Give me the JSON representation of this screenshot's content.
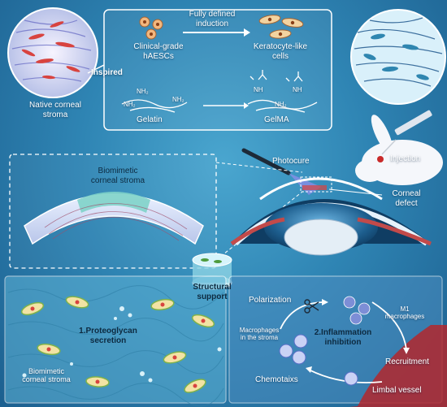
{
  "top": {
    "native_stroma": "Native corneal\nstroma",
    "inspired": "Inspired",
    "hAESCs": "Clinical-grade\nhAESCs",
    "induction": "Fully defined\ninduction",
    "keratocyte": "Keratocyte-like\ncells",
    "gelatin": "Gelatin",
    "gelma": "GelMA",
    "nh2_a": "NH₂",
    "nh2_b": "NH₂",
    "nh2_c": "NH₂",
    "nh_a": "NH",
    "nh_b": "NH",
    "nh2_d": "NH₂"
  },
  "middle": {
    "biomimetic": "Biomimetic\ncorneal stroma",
    "photocure": "Photocure",
    "injection": "Injection",
    "defect": "Corneal\ndefect",
    "structural": "Structural\nsupport"
  },
  "bottom": {
    "proteoglycan": "1.Proteoglycan\nsecretion",
    "biomimetic_stroma": "Biomimetic\ncorneal stroma",
    "polarization": "Polarization",
    "m1": "M1\nmacrophages",
    "macrophages_stroma": "Macrophages\nin the stroma",
    "inflammation": "2.Inflammation\ninhibition",
    "recruitment": "Recruitment",
    "chemotaxis": "Chemotaixs",
    "limbal": "Limbal vessel"
  },
  "colors": {
    "background": "#2f85b4",
    "cell_red": "#d8433f",
    "vessel": "#b3272d",
    "cell_green": "#7fb24a",
    "macrophage": "#7d8ed6"
  }
}
